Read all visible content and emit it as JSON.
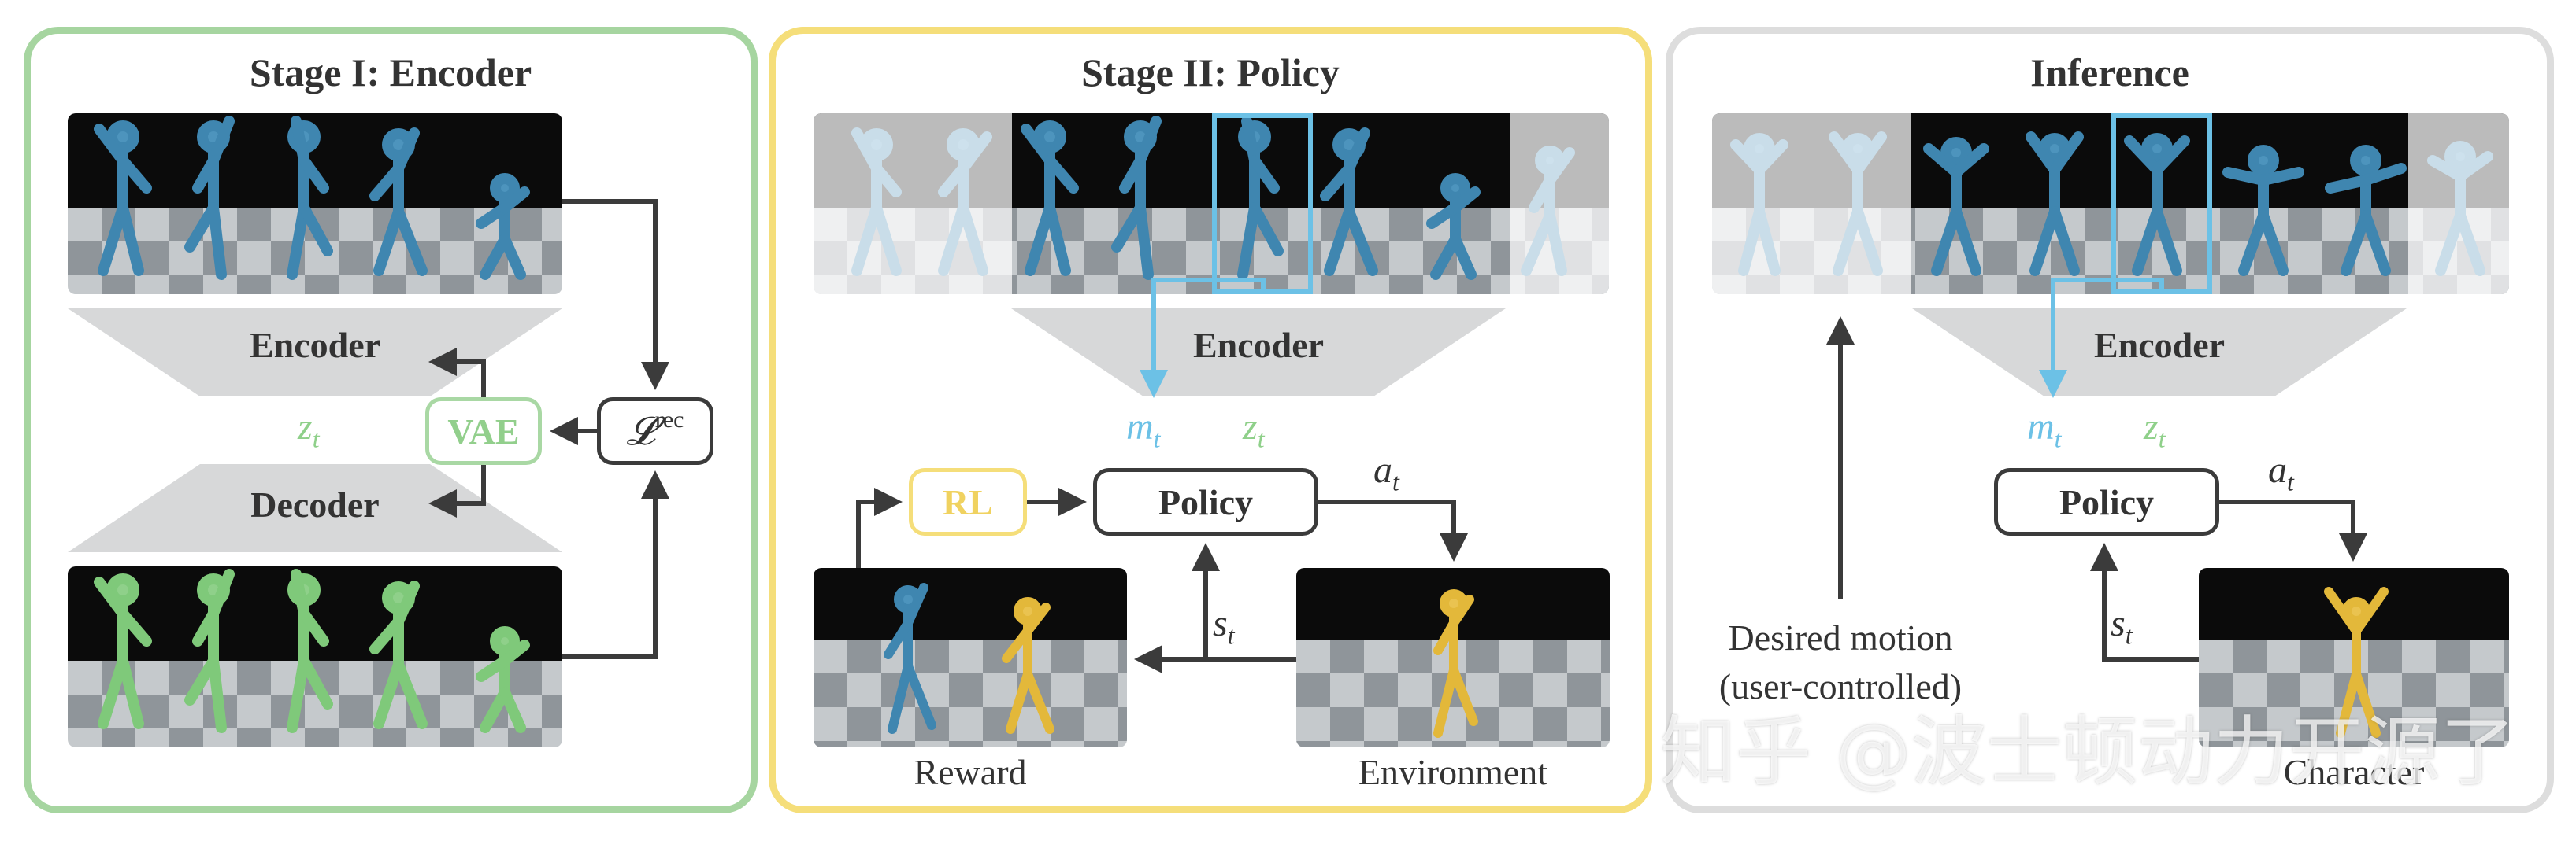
{
  "stage1": {
    "title": "Stage I: Encoder",
    "encoder_label": "Encoder",
    "decoder_label": "Decoder",
    "vae_label": "VAE",
    "latent_var": "z",
    "latent_sub": "t",
    "loss_symbol": "𝓛",
    "loss_sup": "rec"
  },
  "stage2": {
    "title": "Stage II: Policy",
    "encoder_label": "Encoder",
    "rl_label": "RL",
    "policy_label": "Policy",
    "motion_var": "m",
    "motion_sub": "t",
    "latent_var": "z",
    "latent_sub": "t",
    "action_var": "a",
    "action_sub": "t",
    "state_var": "s",
    "state_sub": "t",
    "reward_caption": "Reward",
    "environment_caption": "Environment"
  },
  "inference": {
    "title": "Inference",
    "encoder_label": "Encoder",
    "policy_label": "Policy",
    "motion_var": "m",
    "motion_sub": "t",
    "latent_var": "z",
    "latent_sub": "t",
    "action_var": "a",
    "action_sub": "t",
    "state_var": "s",
    "state_sub": "t",
    "desired_line1": "Desired motion",
    "desired_line2": "(user-controlled)",
    "character_caption": "Character"
  },
  "watermark": "知乎 @波士顿动力开源了",
  "colors": {
    "stage1_border": "#a6d5a0",
    "stage2_border": "#f5de7a",
    "inference_border": "#dddddd",
    "blue_arrow": "#6cc1e6",
    "green_figure": "#7fc97a",
    "blue_figure": "#3f86b0",
    "gold_figure": "#e3b83a"
  }
}
